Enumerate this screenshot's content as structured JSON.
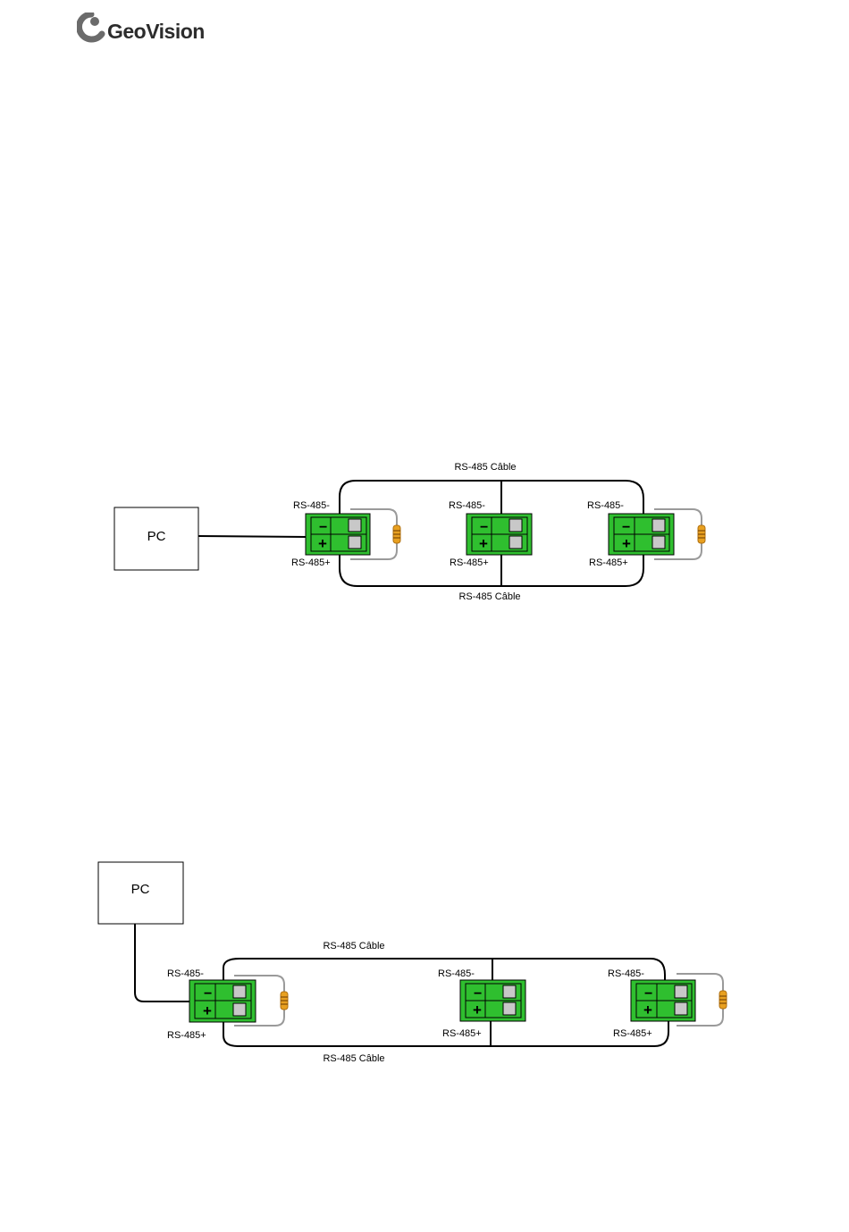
{
  "header": {
    "logo_text": "GeoVision"
  },
  "diagram_top": {
    "pc_label": "PC",
    "cable_top_label": "RS-485 Câble",
    "cable_bottom_label": "RS-485 Câble",
    "devices": [
      {
        "minus_label": "RS-485-",
        "plus_label": "RS-485+",
        "terminator": true
      },
      {
        "minus_label": "RS-485-",
        "plus_label": "RS-485+",
        "terminator": false
      },
      {
        "minus_label": "RS-485-",
        "plus_label": "RS-485+",
        "terminator": true
      }
    ]
  },
  "diagram_bottom": {
    "pc_label": "PC",
    "cable_top_label": "RS-485 Câble",
    "cable_bottom_label": "RS-485 Câble",
    "devices": [
      {
        "minus_label": "RS-485-",
        "plus_label": "RS-485+",
        "terminator": true
      },
      {
        "minus_label": "RS-485-",
        "plus_label": "RS-485+",
        "terminator": false
      },
      {
        "minus_label": "RS-485-",
        "plus_label": "RS-485+",
        "terminator": true
      }
    ]
  },
  "colors": {
    "connector_green": "#2fbf2f",
    "connector_dark": "#1a1a1a",
    "wire": "#000000",
    "resistor_wire": "#9a9a9a",
    "resistor_body": "#e8a020"
  }
}
